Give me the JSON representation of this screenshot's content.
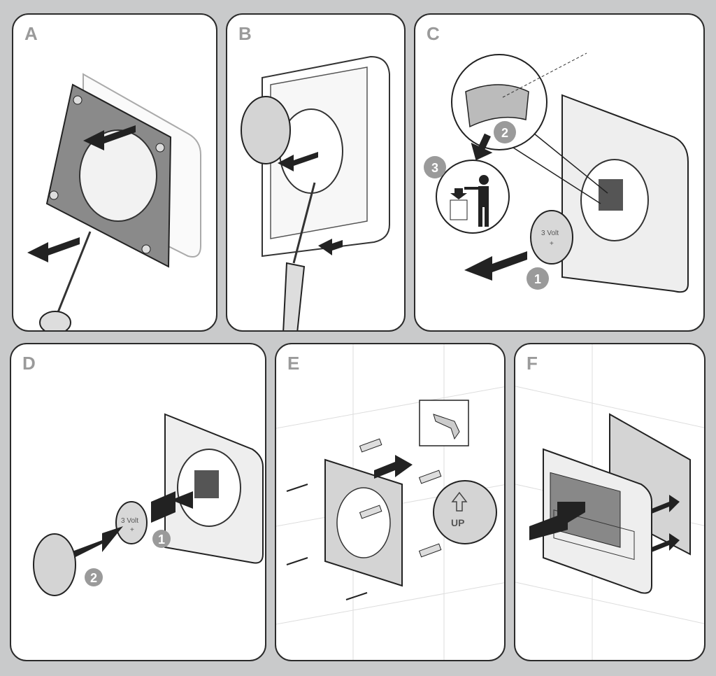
{
  "panels": [
    {
      "letter": "A",
      "step": "remove-mounting-plate"
    },
    {
      "letter": "B",
      "step": "remove-battery-cover"
    },
    {
      "letter": "C",
      "step": "remove-old-battery",
      "markers": [
        "1",
        "2",
        "3"
      ]
    },
    {
      "letter": "D",
      "step": "insert-new-battery",
      "markers": [
        "1",
        "2"
      ]
    },
    {
      "letter": "E",
      "step": "mount-plate-to-wall",
      "up_label": "UP"
    },
    {
      "letter": "F",
      "step": "attach-device-to-plate"
    }
  ],
  "battery": {
    "line1": "3 Volt",
    "line2": "+"
  },
  "colors": {
    "frame": "#c9cacb",
    "panel_border": "#2b2b2b",
    "letter": "#9a9a9a",
    "arrow": "#222222",
    "device": "#e6e6e6"
  }
}
